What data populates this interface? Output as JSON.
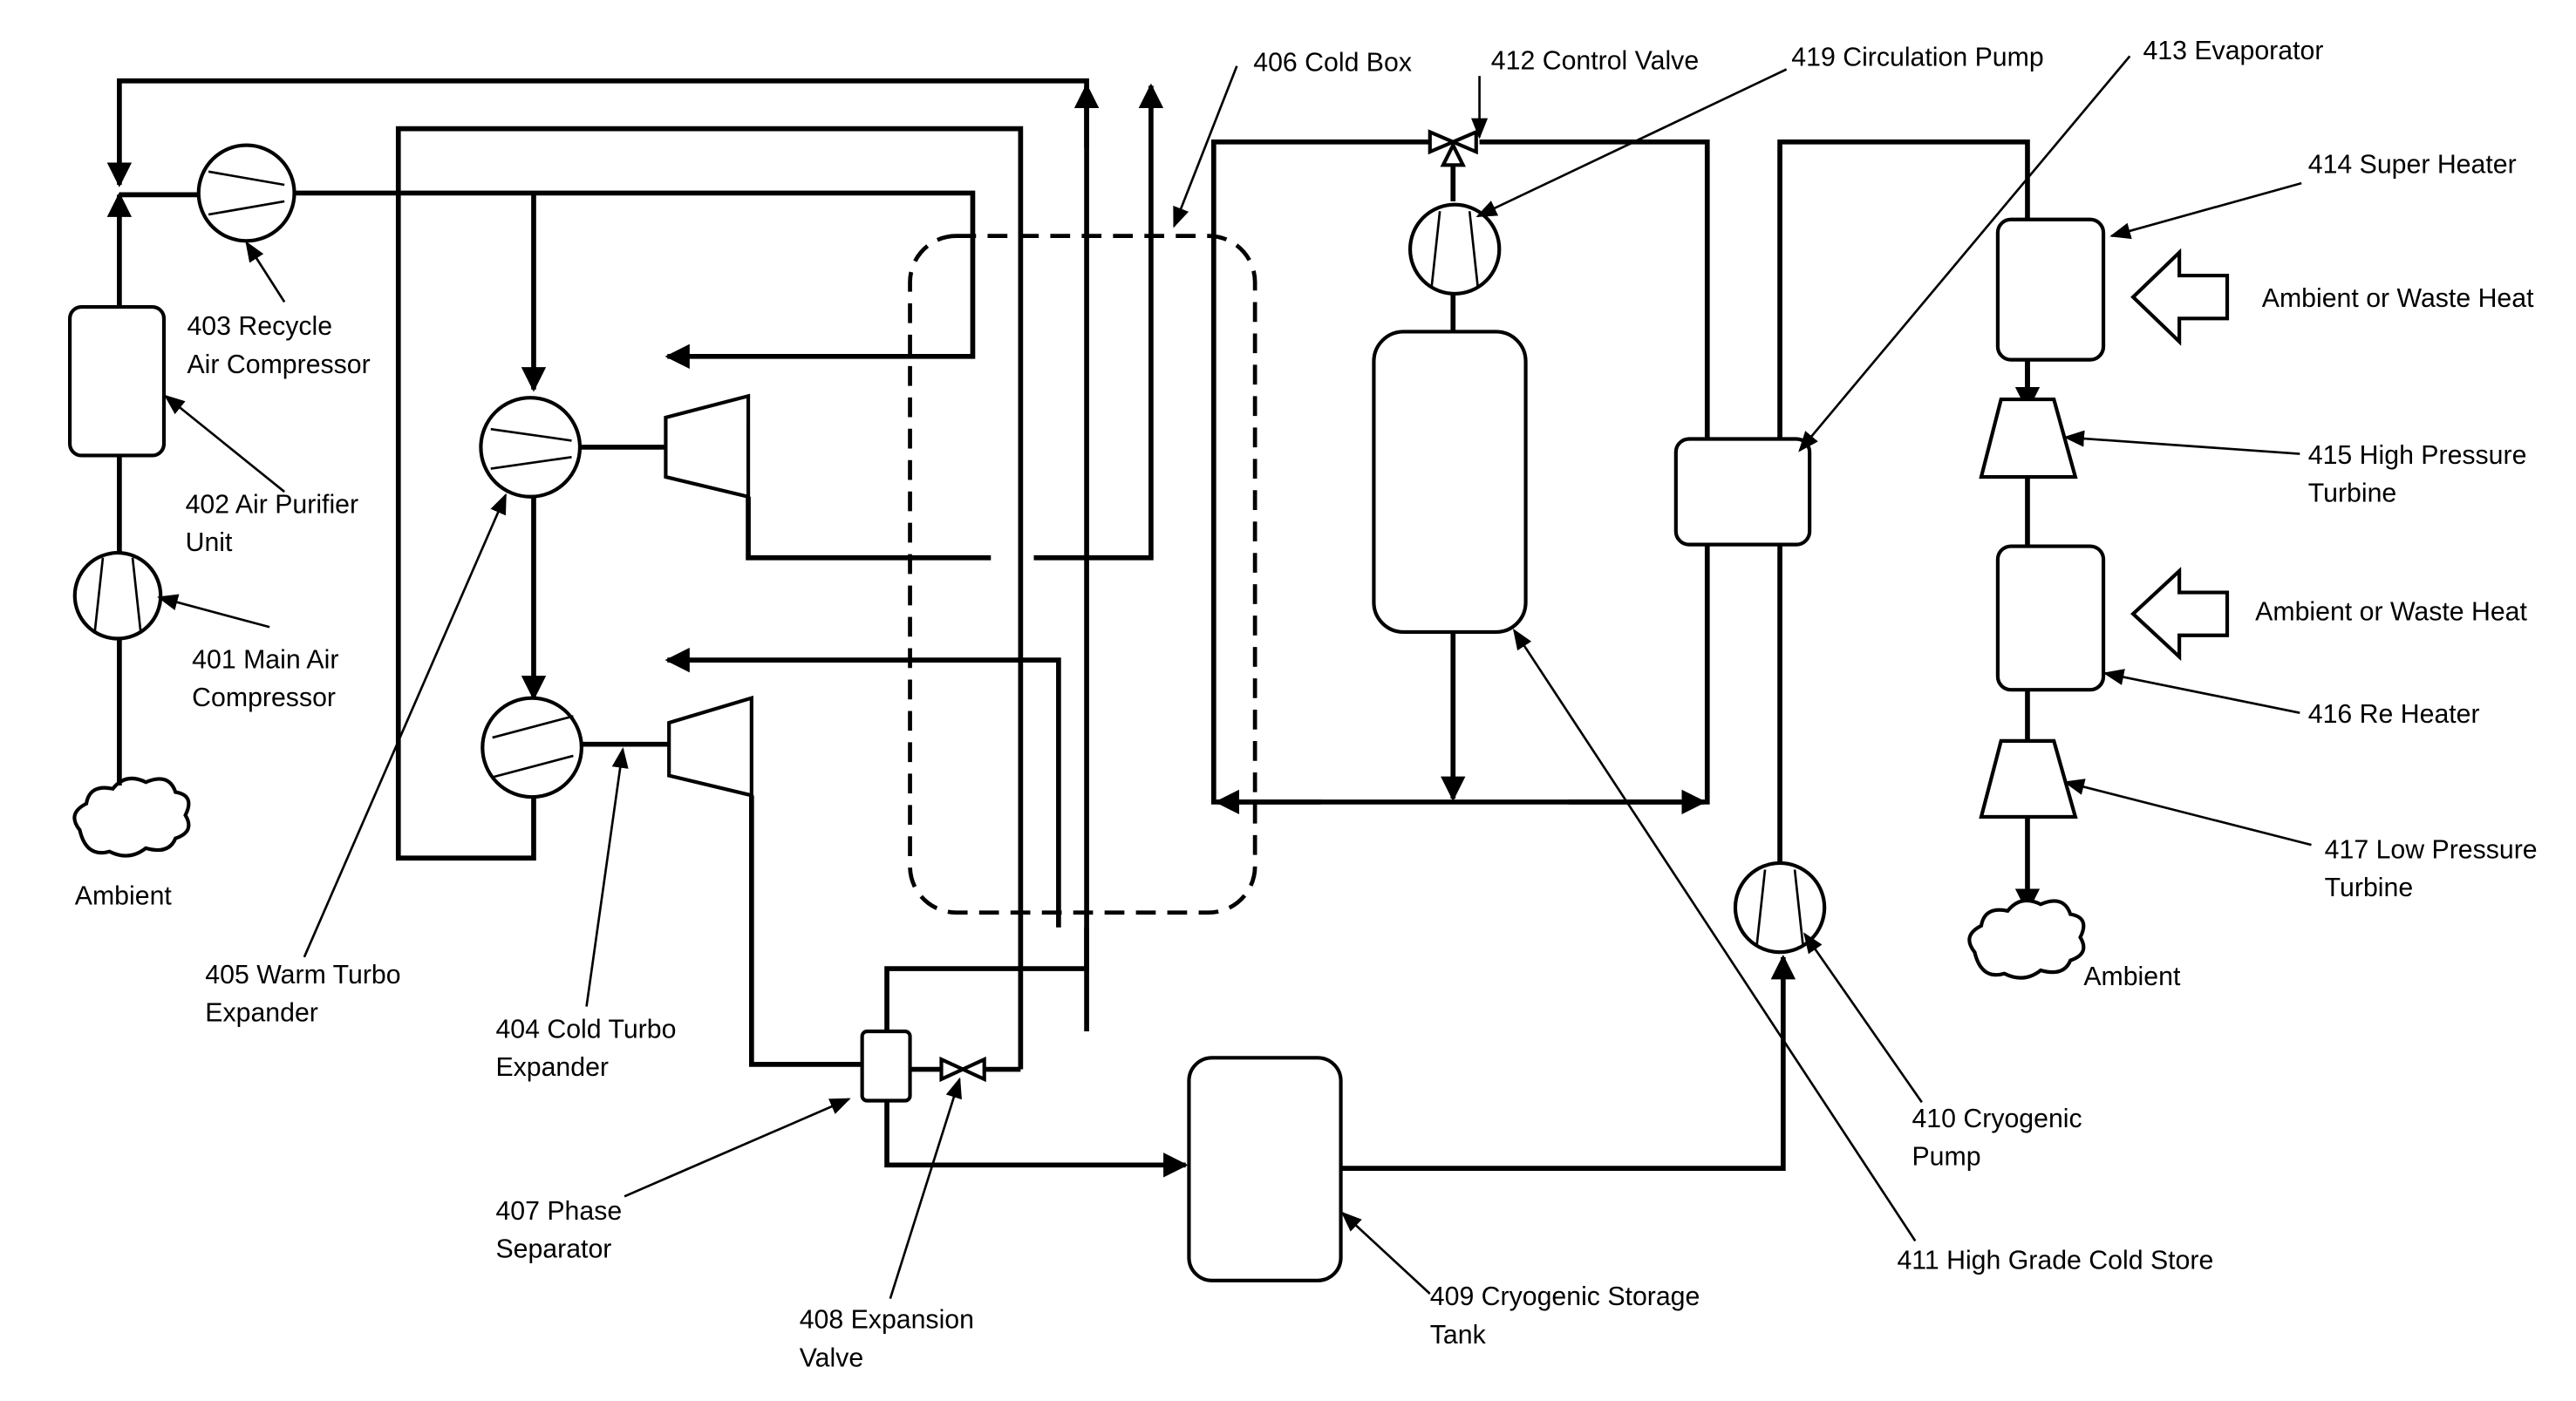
{
  "labels": {
    "l401": [
      "401 Main Air",
      "Compressor"
    ],
    "l402": [
      "402 Air Purifier",
      "Unit"
    ],
    "l403": [
      "403 Recycle",
      "Air Compressor"
    ],
    "l404": [
      "404 Cold Turbo",
      "Expander"
    ],
    "l405": [
      "405 Warm Turbo",
      "Expander"
    ],
    "l406": [
      "406 Cold Box"
    ],
    "l407": [
      "407 Phase",
      "Separator"
    ],
    "l408": [
      "408 Expansion",
      "Valve"
    ],
    "l409": [
      "409 Cryogenic Storage",
      "Tank"
    ],
    "l410": [
      "410 Cryogenic",
      "Pump"
    ],
    "l411": [
      "411 High Grade Cold Store"
    ],
    "l412": [
      "412 Control Valve"
    ],
    "l413": [
      "413 Evaporator"
    ],
    "l414": [
      "414 Super Heater"
    ],
    "l415": [
      "415 High Pressure",
      "Turbine"
    ],
    "l416": [
      "416 Re Heater"
    ],
    "l417": [
      "417 Low Pressure",
      "Turbine"
    ],
    "l419": [
      "419 Circulation Pump"
    ],
    "ambient1": [
      "Ambient"
    ],
    "ambient2": [
      "Ambient"
    ],
    "heat1": [
      "Ambient or Waste Heat"
    ],
    "heat2": [
      "Ambient or Waste Heat"
    ]
  }
}
